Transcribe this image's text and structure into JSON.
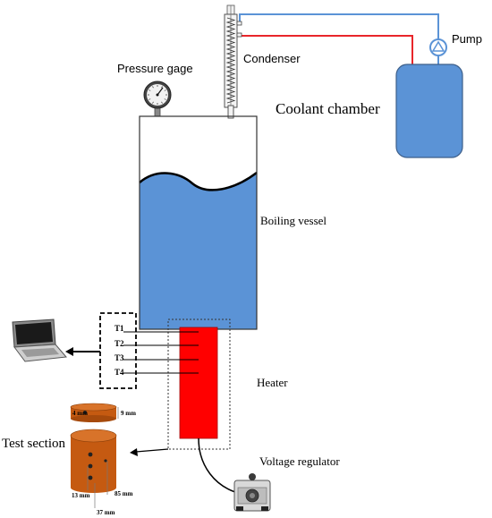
{
  "labels": {
    "pump": "Pump",
    "condenser": "Condenser",
    "pressure_gage": "Pressure gage",
    "coolant_chamber": "Coolant chamber",
    "boiling_vessel": "Boiling vessel",
    "heater": "Heater",
    "test_section": "Test section",
    "voltage_regulator": "Voltage regulator"
  },
  "thermocouples": [
    "T1",
    "T2",
    "T3",
    "T4"
  ],
  "dimensions": {
    "disk_left": "4 mm",
    "disk_thickness": "9 mm",
    "hole_spacing": "13 mm",
    "depth": "37 mm",
    "height": "85 mm"
  },
  "colors": {
    "water": "#5b93d6",
    "coolant": "#5b93d6",
    "heater": "#ff0000",
    "copper": "#c55a11",
    "hot_line": "#e8262a",
    "cold_line": "#5b93d6"
  },
  "icons": [
    "laptop-icon",
    "pump-icon",
    "pressure-gage-icon",
    "voltage-regulator-icon"
  ]
}
